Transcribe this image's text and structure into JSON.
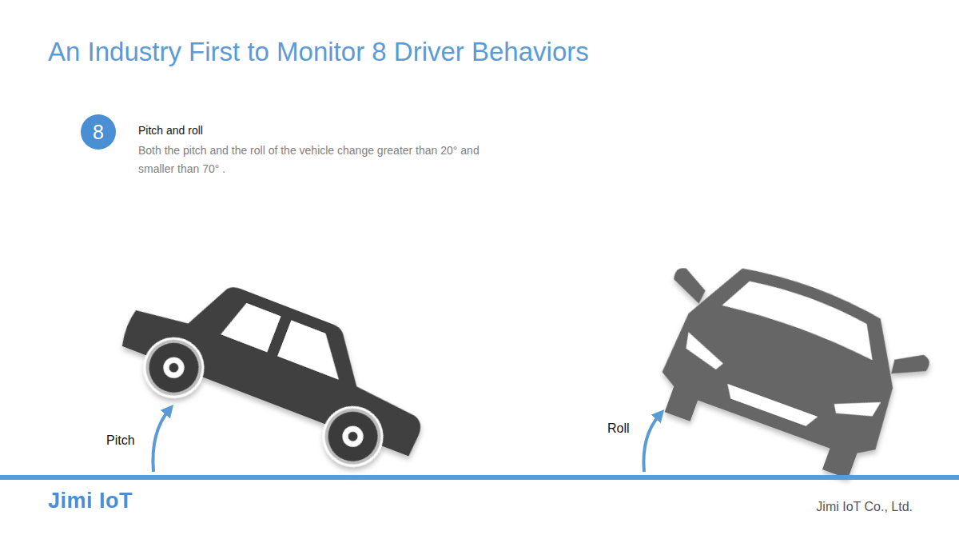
{
  "diagram": {
    "title": "An Industry First to Monitor 8 Driver Behaviors",
    "nodes": [
      {
        "text": [
          "8"
        ]
      }
    ],
    "labels": [
      "Pitch and roll",
      "Both the pitch and the roll of the vehicle change greater than 20° and smaller than 70° .",
      "Pitch",
      "Roll",
      "Jimi IoT",
      "Jimi IoT Co., Ltd."
    ]
  }
}
